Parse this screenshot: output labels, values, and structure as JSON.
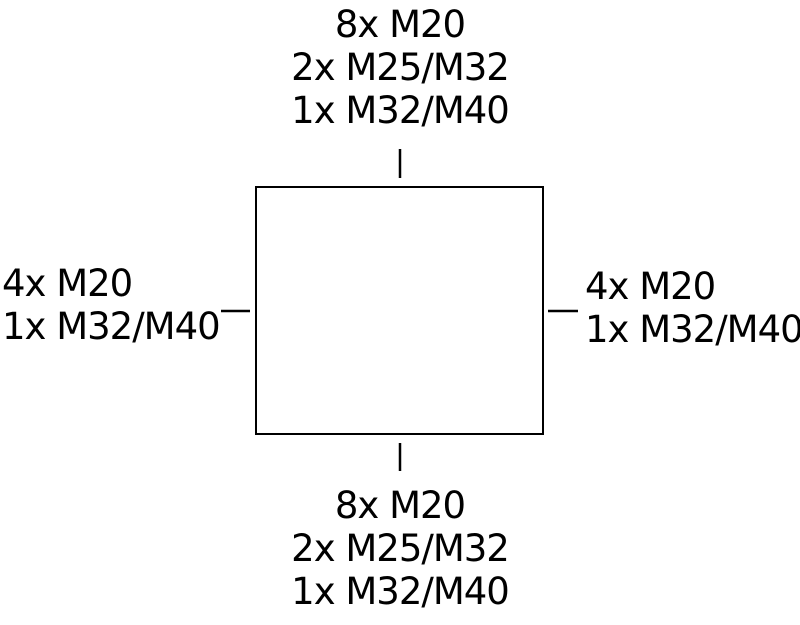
{
  "diagram": {
    "top_entries": [
      "8x M20",
      "2x M25/M32",
      "1x M32/M40"
    ],
    "bottom_entries": [
      "8x M20",
      "2x M25/M32",
      "1x M32/M40"
    ],
    "left_entries": [
      "4x M20",
      "1x M32/M40"
    ],
    "right_entries": [
      "4x M20",
      "1x M32/M40"
    ],
    "stroke_color": "#000000"
  }
}
